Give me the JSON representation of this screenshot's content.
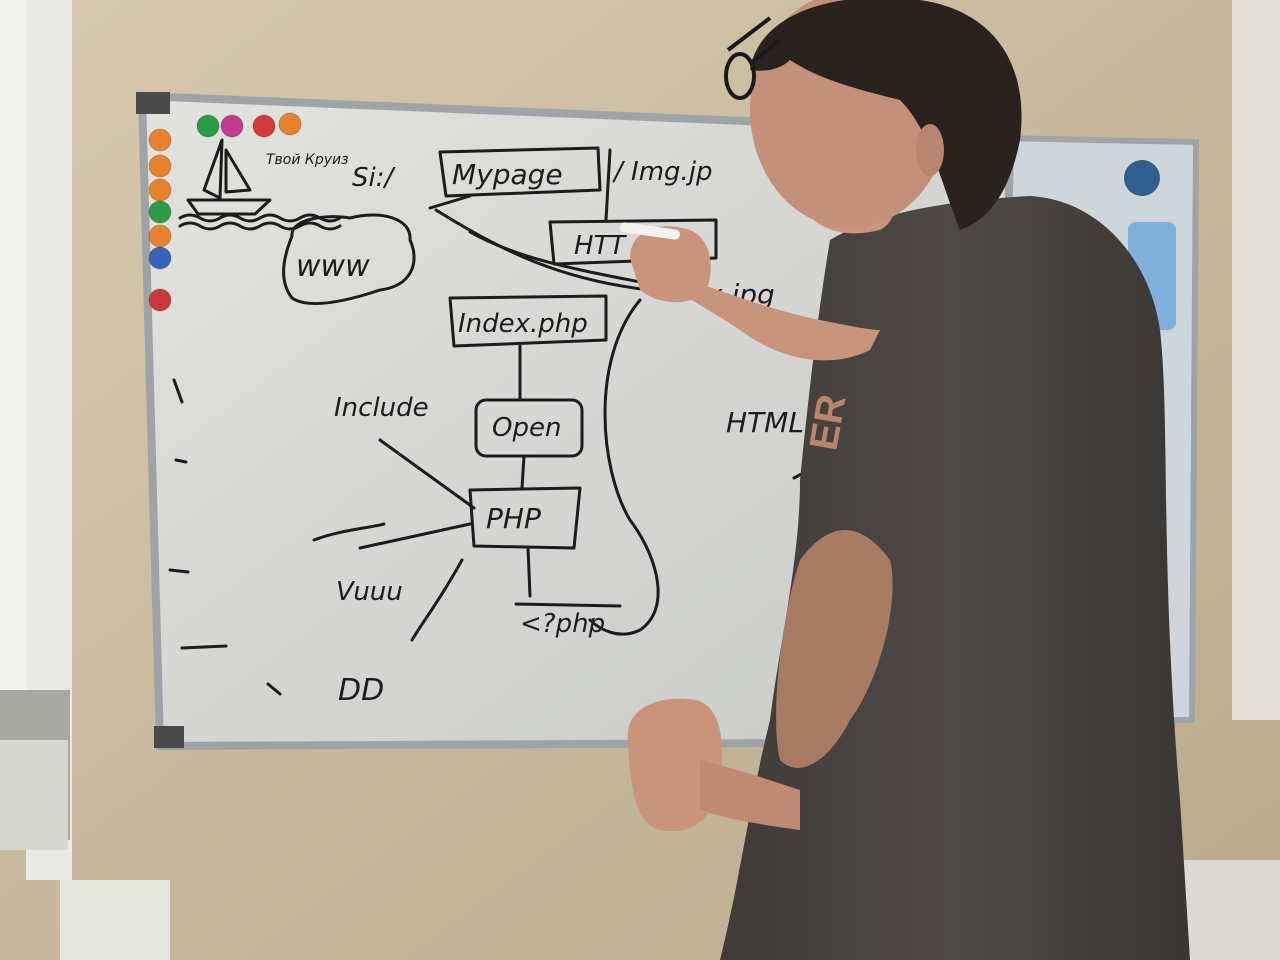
{
  "photo": {
    "palette": {
      "wall": "#cdbfa3",
      "wall_shadow": "#b9aa8d",
      "board_surface": "#dcdcd8",
      "board_frame": "#b9bcbf",
      "marker_ink": "#1c1c1c",
      "shirt": "#4b4643",
      "shirt_print": "#b9866a",
      "skin": "#c9947c",
      "hair": "#2a221e",
      "window_light": "#f3f3f0"
    },
    "magnets": [
      "#2e9a45",
      "#c23c8f",
      "#d23b3b",
      "#e8822e",
      "#e8822e",
      "#e8822e",
      "#e8822e",
      "#2e9a45",
      "#e8822e",
      "#3a62b7",
      "#c83a3a"
    ],
    "board_text": {
      "corner_note": "Твой Круиз",
      "top_prefix": "Si:/",
      "box_mypage": "Mypage",
      "top_right": "/ Img.jp",
      "box_http": "HTT",
      "cloud_www": "www",
      "box_index": "Index.php",
      "right_jpg": "x.jpg",
      "box_open": "Open",
      "left_include": "Include",
      "right_html": "HTML",
      "box_php": "PHP",
      "close_tag": "<?php",
      "left_word": "Vuuu",
      "left_word2": "DD"
    }
  }
}
